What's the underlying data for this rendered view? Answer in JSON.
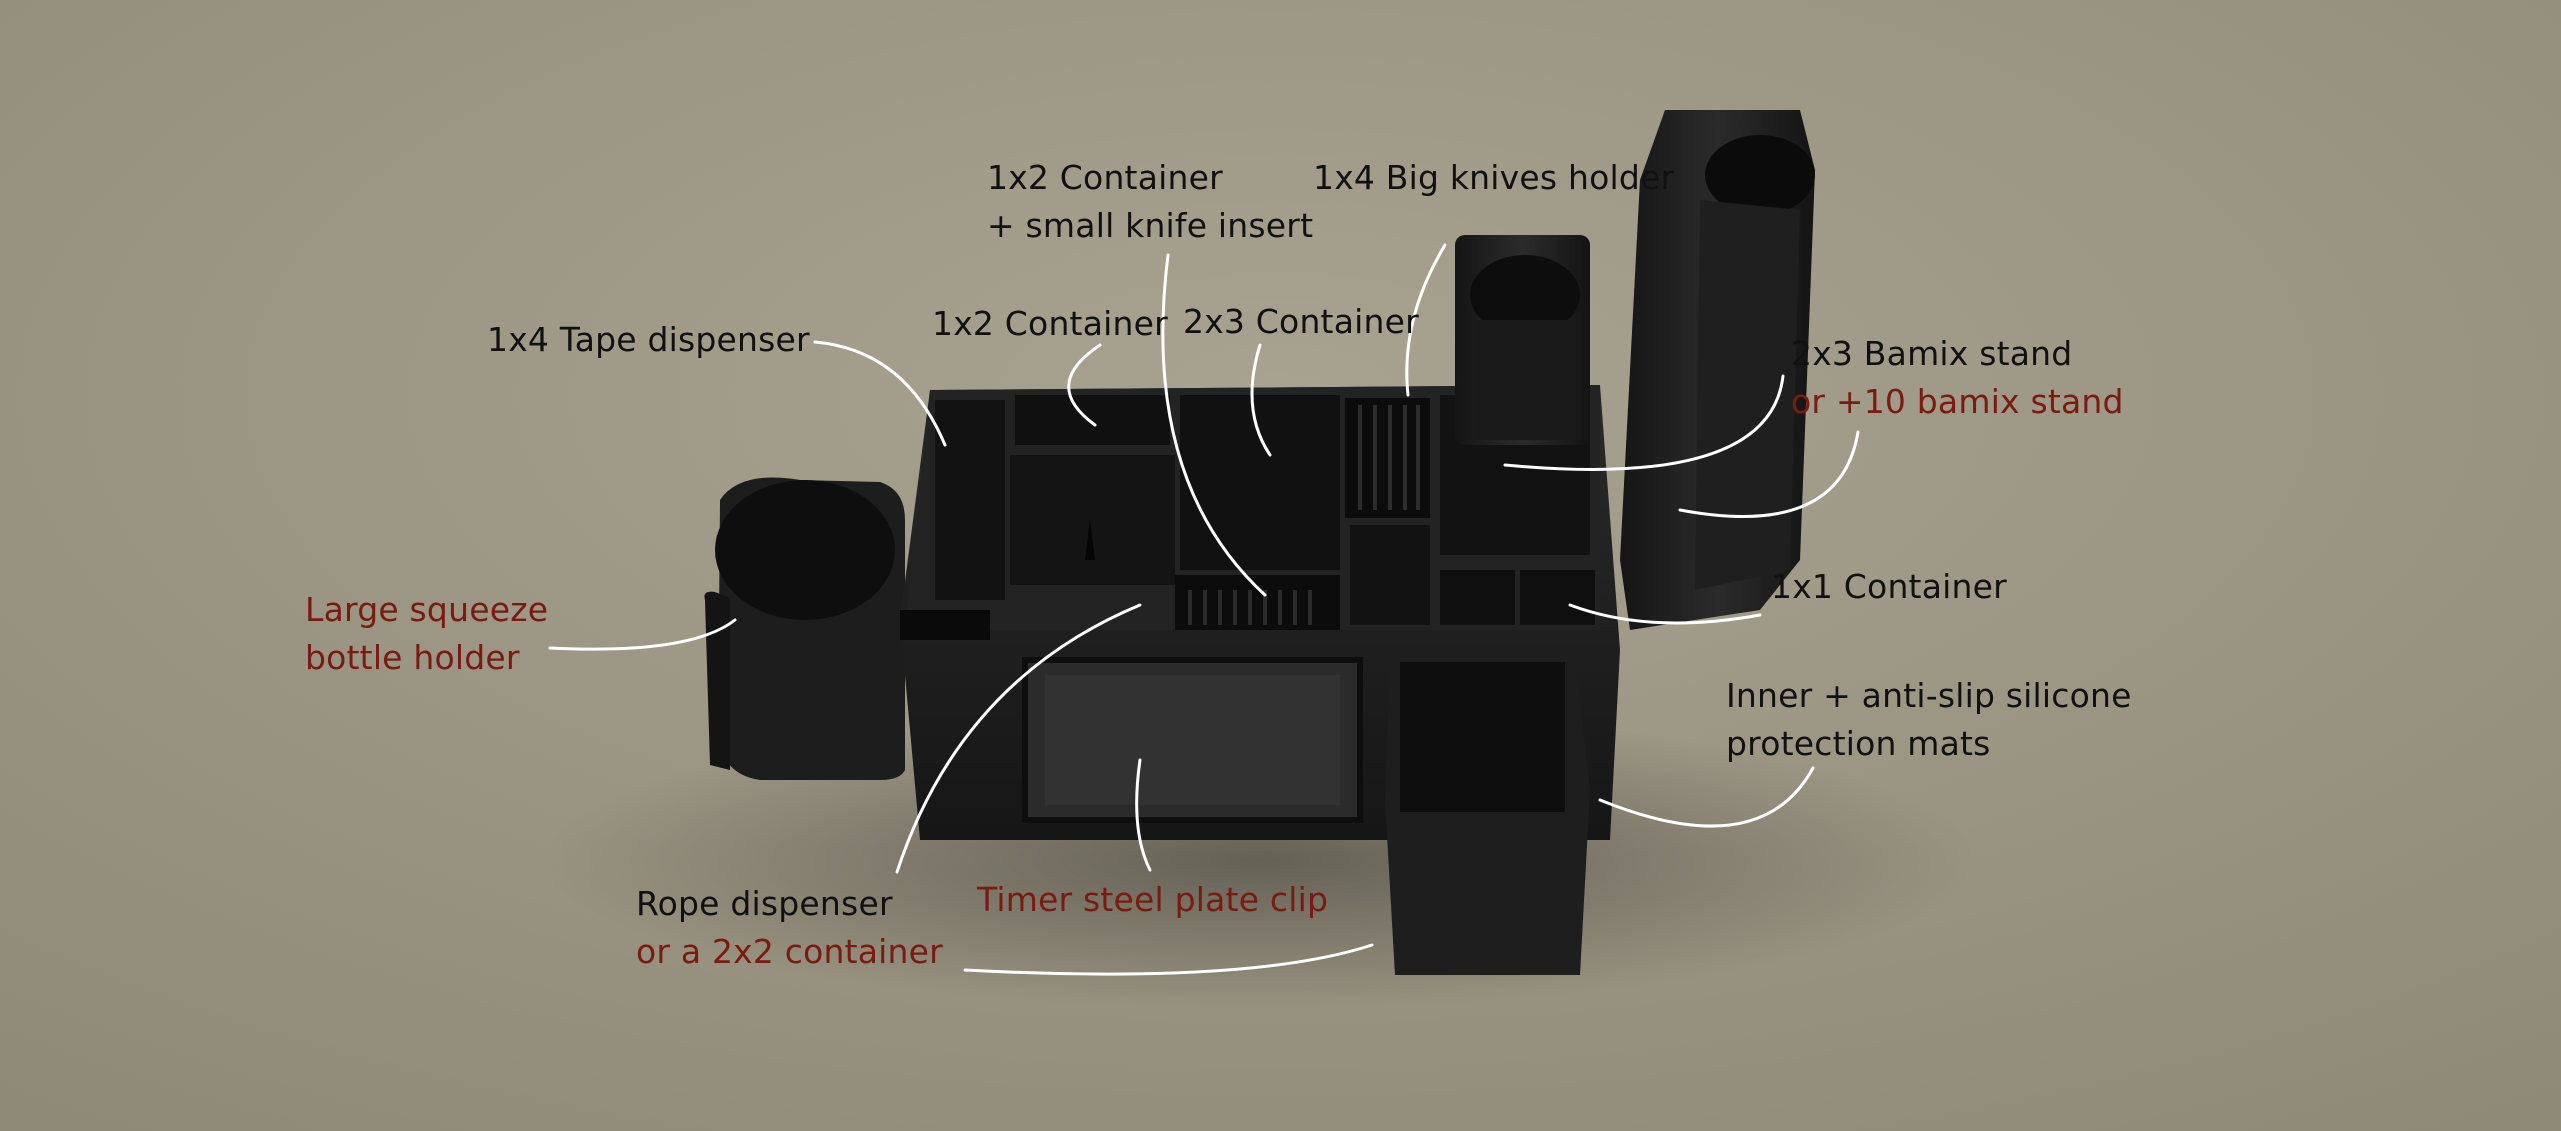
{
  "colors": {
    "background": "#a29c8a",
    "label_text": "#111111",
    "highlight_text": "#7a1a10",
    "leader_lines": "#ffffff",
    "product": "#1c1c1c"
  },
  "labels": {
    "tape_dispenser": "1x4 Tape dispenser",
    "container_1x2": "1x2 Container",
    "container_1x2_knife_line1": "1x2 Container",
    "container_1x2_knife_line2": "+ small knife insert",
    "container_2x3": "2x3 Container",
    "big_knives_holder": "1x4 Big knives holder",
    "bamix_stand_line1": "2x3 Bamix stand",
    "bamix_stand_line2": "or +10 bamix stand",
    "container_1x1": "1x1 Container",
    "squeeze_bottle_line1": "Large squeeze",
    "squeeze_bottle_line2": "bottle holder",
    "mats_line1": "Inner + anti-slip silicone",
    "mats_line2": "protection mats",
    "rope_dispenser_line1": "Rope dispenser",
    "rope_dispenser_line2": "or a 2x2 container",
    "timer_clip": "Timer steel plate clip"
  }
}
